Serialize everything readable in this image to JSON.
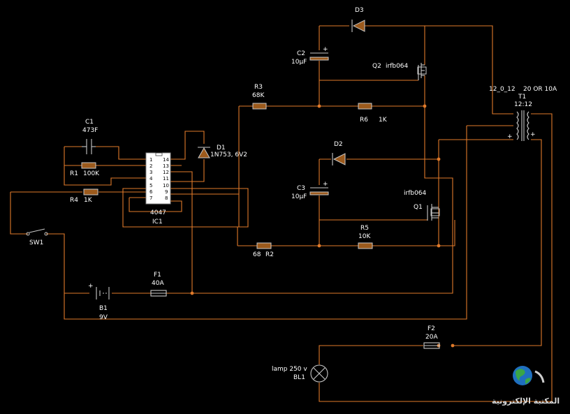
{
  "colors": {
    "background": "#000000",
    "wire": "#e07a2a",
    "component": "#9c5a1c",
    "text": "#ffffff"
  },
  "labels": {
    "D3": "D3",
    "C2": "C2",
    "C2_val": "10µF",
    "Q2": "Q2",
    "Q2_type": "irfb064",
    "R3": "R3",
    "R3_val": "68K",
    "R6": "R6",
    "R6_val": "1K",
    "T1_tap": "12_0_12",
    "T1_rating": "20 OR 10A",
    "T1": "T1",
    "T1_ratio": "12:12",
    "C1": "C1",
    "C1_val": "473F",
    "D1": "D1",
    "D1_val": "1N753, 6V2",
    "D2": "D2",
    "R1": "R1",
    "R1_val": "100K",
    "R4": "R4",
    "R4_val": "1K",
    "C3": "C3",
    "C3_val": "10µF",
    "Q1_type": "irfb064",
    "Q1": "Q1",
    "IC1_part": "4047",
    "IC1": "IC1",
    "SW1": "SW1",
    "R5": "R5",
    "R5_val": "10K",
    "R2_val": "68",
    "R2": "R2",
    "F1": "F1",
    "F1_val": "40A",
    "B1": "B1",
    "B1_val": "9V",
    "F2": "F2",
    "F2_val": "20A",
    "BL1_type": "lamp 250 v",
    "BL1": "BL1",
    "plus": "+"
  },
  "ic_pins": {
    "left": [
      "1",
      "2",
      "3",
      "4",
      "5",
      "6",
      "7"
    ],
    "right": [
      "14",
      "13",
      "12",
      "11",
      "10",
      "9",
      "8"
    ]
  },
  "watermark": "المكتبة الإلكترونية"
}
